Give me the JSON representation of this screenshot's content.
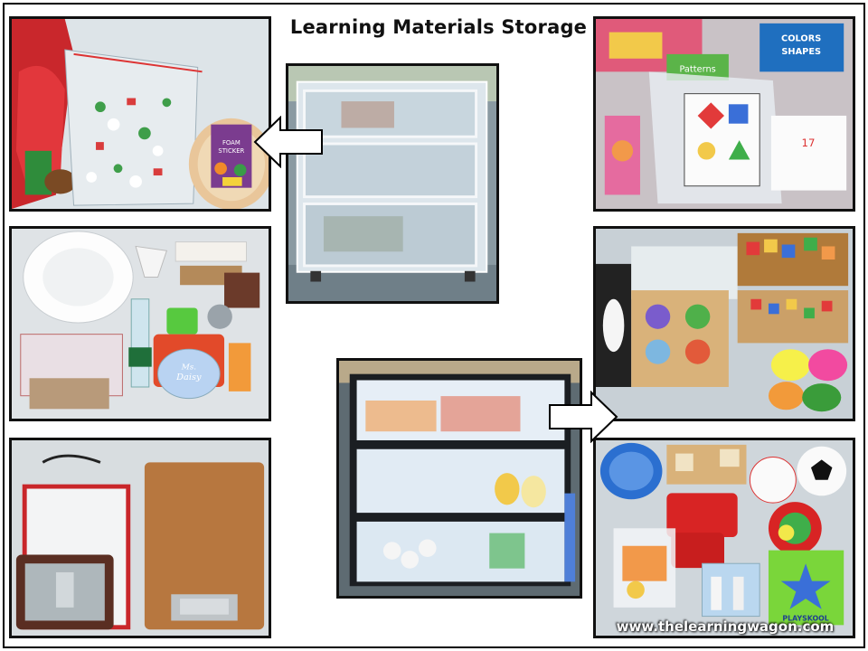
{
  "title": "Learning Materials Storage",
  "watermark": "www.thelearningwagon.com",
  "labels": {
    "foam_stickers_line1": "FOAM",
    "foam_stickers_line2": "STICKER",
    "colors_shapes_line1": "COLORS",
    "colors_shapes_line2": "SHAPES",
    "patterns": "Patterns",
    "cup_name_line1": "Ms.",
    "cup_name_line2": "Daisy",
    "number_card": "17",
    "playskool": "PLAYSKOOL"
  },
  "colors": {
    "frame": "#111111",
    "bin_bg": "#dfe6ea"
  }
}
